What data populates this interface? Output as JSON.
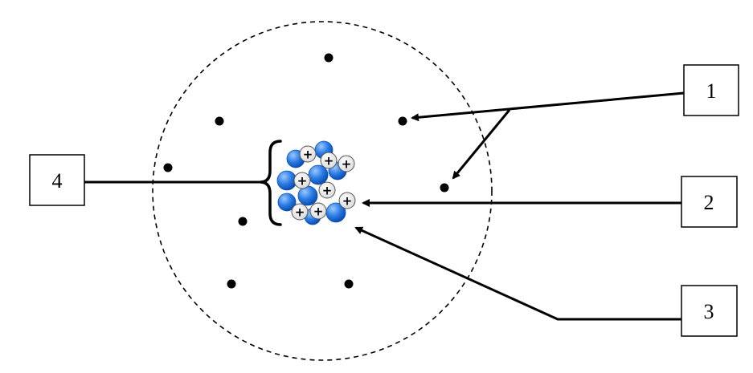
{
  "labels": {
    "one": "1",
    "two": "2",
    "three": "3",
    "four": "4"
  },
  "nucleus": {
    "proton_symbol": "+"
  },
  "colors": {
    "neutron": "#1e6fd9",
    "neutron_highlight": "#7fb6ff",
    "proton": "#ffffff",
    "line": "#000000"
  },
  "icons": {
    "electron": "electron-dot-icon",
    "proton": "proton-plus-icon",
    "neutron": "neutron-ball-icon"
  }
}
